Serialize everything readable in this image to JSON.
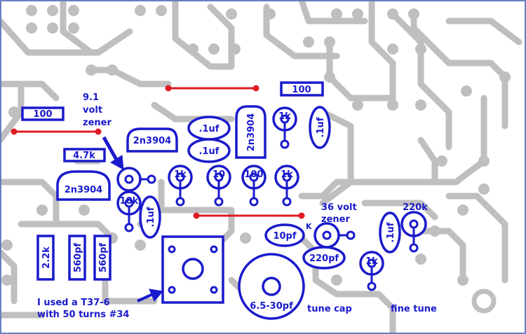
{
  "colors": {
    "background": "#ffffff",
    "copper": "#bfbfbf",
    "copper_dark": "#a9a9a9",
    "component_outline": "#1a1acc",
    "annotation_text": "#1a1acc",
    "jumper": "#e01b24",
    "frame": "#6a7fc0"
  },
  "resistors": {
    "r100_left": "100",
    "r4k7": "4.7k",
    "r100_top": "100",
    "r2k2": "2.2k"
  },
  "transistors": {
    "q1": "2n3904",
    "q2": "2n3904",
    "q3": "2n3904"
  },
  "capacitors": {
    "c1": ".1uf",
    "c2": ".1uf",
    "c3": ".1uf",
    "c4": ".1uf",
    "c5": ".1uf",
    "c10pf": "10pf",
    "c220pf": "220pf",
    "c560pf_a": "560pf",
    "c560pf_b": "560pf",
    "trimmer": "6.5-30pf"
  },
  "small_resistors": {
    "ra": "1k",
    "rb": "10",
    "rc": "100",
    "rd": "1k",
    "re": "1k",
    "rf": "10k",
    "rg": "1k",
    "pot": "220k"
  },
  "annotations": {
    "zener1": [
      "9.1",
      "volt",
      "zener"
    ],
    "zener2": [
      "36 volt",
      "zener"
    ],
    "k_mark": "K",
    "toroid": [
      "I used a T37-6",
      "with 50 turns #34"
    ],
    "tune_cap": "tune cap",
    "fine_tune": "fine tune"
  },
  "icons": [
    "arrow-zener-icon",
    "arrow-toroid-icon"
  ]
}
